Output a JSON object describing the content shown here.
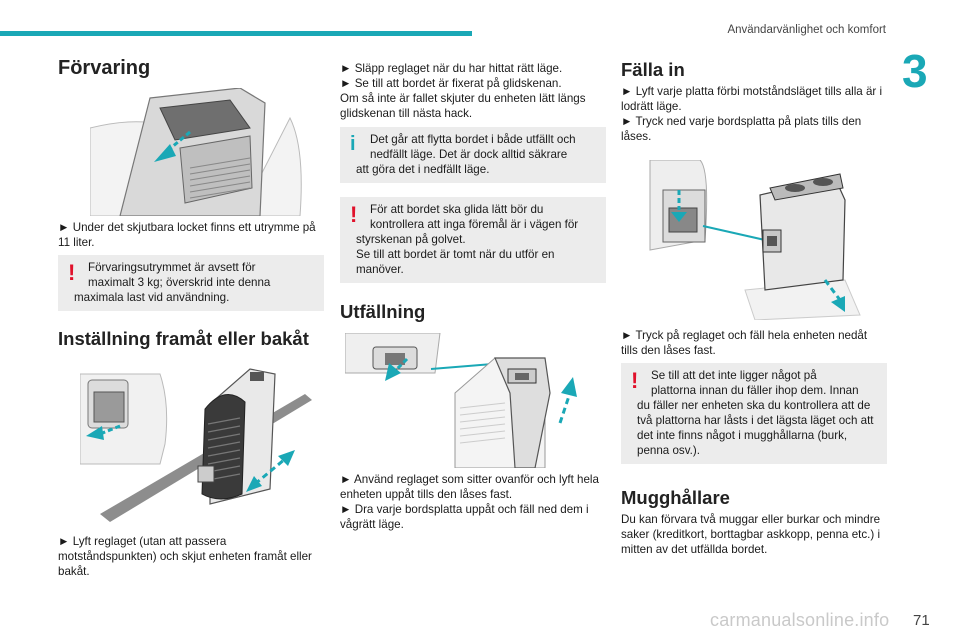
{
  "header": {
    "title": "Användarvänlighet och komfort",
    "chapter": "3",
    "page_number": "71",
    "watermark": "carmanualsonline.info"
  },
  "col1": {
    "heading1": "Förvaring",
    "p1": "► Under det skjutbara locket finns ett utrymme på 11 liter.",
    "warn1_l1": "Förvaringsutrymmet är avsett för",
    "warn1_l2": "maximalt 3 kg; överskrid inte denna",
    "warn1_l3": "maximala last vid användning.",
    "heading2": "Inställning framåt eller bakåt",
    "p2": "► Lyft reglaget (utan att passera motståndspunkten) och skjut enheten framåt eller bakåt."
  },
  "col2": {
    "p1_l1": "► Släpp reglaget när du har hittat rätt läge.",
    "p1_l2": "► Se till att bordet är fixerat på glidskenan.",
    "p1_l3": "Om så inte är fallet skjuter du enheten lätt längs glidskenan till nästa hack.",
    "info1_l1": "Det går att flytta bordet i både utfällt och",
    "info1_l2": "nedfällt läge. Det är dock alltid säkrare",
    "info1_l3": "att göra det i nedfällt läge.",
    "warn2_l1": "För att bordet ska glida lätt bör du",
    "warn2_l2": "kontrollera att inga föremål är i vägen för",
    "warn2_l3": "styrskenan på golvet.",
    "warn2_l4": "Se till att bordet är tomt när du utför en manöver.",
    "heading3": "Utfällning",
    "p2_l1": "► Använd reglaget som sitter ovanför och lyft hela enheten uppåt tills den låses fast.",
    "p2_l2": "► Dra varje bordsplatta uppåt och fäll ned dem i vågrätt läge."
  },
  "col3": {
    "heading4": "Fälla in",
    "p1_l1": "► Lyft varje platta förbi motståndsläget tills alla är i lodrätt läge.",
    "p1_l2": "► Tryck ned varje bordsplatta på plats tills den låses.",
    "p2": "► Tryck på reglaget och fäll hela enheten nedåt tills den låses fast.",
    "warn3_l1": "Se till att det inte ligger något på",
    "warn3_l2": "plattorna innan du fäller ihop dem. Innan",
    "warn3_l3": "du fäller ner enheten ska du kontrollera att de två plattorna har låsts i det lägsta läget och att det inte finns något i mugghållarna (burk, penna osv.).",
    "heading5": "Mugghållare",
    "p3": "Du kan förvara två muggar eller burkar och mindre saker (kreditkort, borttagbar askkopp, penna etc.) i mitten av det utfällda bordet."
  },
  "icons": {
    "warning": "!",
    "info": "i"
  },
  "colors": {
    "accent": "#1aa8b6",
    "warning": "#e0112b",
    "note_bg": "#ececec"
  }
}
